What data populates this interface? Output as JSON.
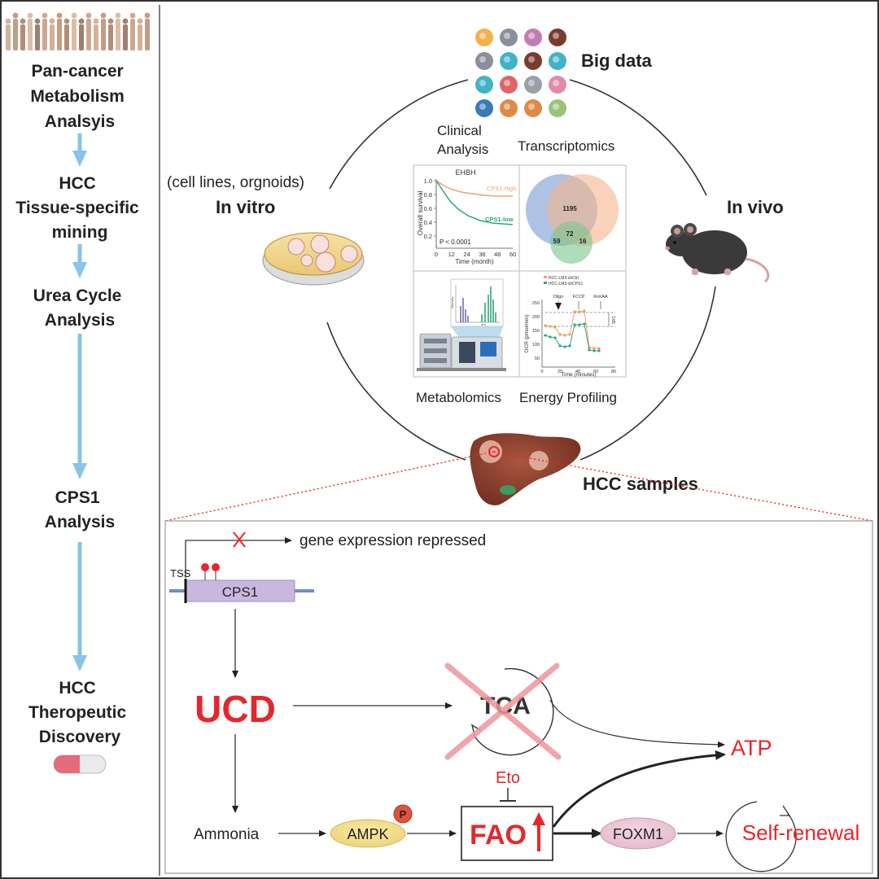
{
  "sidebar": {
    "steps": [
      {
        "lines": [
          "Pan-cancer",
          "Metabolism",
          "Analsyis"
        ]
      },
      {
        "lines": [
          "HCC",
          "Tissue-specific",
          "mining"
        ]
      },
      {
        "lines": [
          "Urea Cycle",
          "Analysis"
        ]
      },
      {
        "lines": [
          "CPS1",
          "Analysis"
        ]
      },
      {
        "lines": [
          "HCC",
          "Theropeutic",
          "Discovery"
        ]
      }
    ]
  },
  "cycle": {
    "big_data": "Big data",
    "in_vitro_sub": "(cell lines, orgnoids)",
    "in_vitro": "In vitro",
    "in_vivo": "In vivo",
    "hcc_samples": "HCC samples",
    "clinical_line1": "Clinical",
    "clinical_line2": "Analysis",
    "transcriptomics": "Transcriptomics",
    "metabolomics": "Metabolomics",
    "energy_profiling": "Energy Profiling"
  },
  "survival_panel": {
    "title": "EHBH",
    "ylabel": "Overall survival",
    "xlabel": "Time (month)",
    "yticks": [
      "1.0",
      "0.8",
      "0.6",
      "0.4",
      "0.2"
    ],
    "xticks": [
      "0",
      "12",
      "24",
      "36",
      "48",
      "60"
    ],
    "high_label": "CPS1-high",
    "low_label": "CPS1-low",
    "pvalue": "P < 0.0001",
    "colors": {
      "high": "#f0a070",
      "low": "#2aa87a"
    }
  },
  "venn_panel": {
    "values": [
      "1195",
      "72",
      "59",
      "16"
    ],
    "colors": [
      "#6a8fd0",
      "#f5b48a",
      "#7cc48a"
    ]
  },
  "metabolomics_panel": {
    "ylabel": "Intensity",
    "xlabel": "m/z"
  },
  "ocr_panel": {
    "legend1": "HCC-LM3-shCtrl",
    "legend2": "HCC-LM3-shCPS1",
    "markers": [
      "Oligo",
      "FCCP",
      "Rot/AA"
    ],
    "ylabel": "OCR (pmol/min)",
    "xlabel": "Time (minutes)",
    "yticks": [
      "250",
      "200",
      "150",
      "100",
      "50"
    ],
    "xticks": [
      "0",
      "20",
      "40",
      "60",
      "80"
    ],
    "src_label": "SRC"
  },
  "mechanism": {
    "gene_expression": "gene expression repressed",
    "tss": "TSS",
    "cps1": "CPS1",
    "ucd": "UCD",
    "tca": "TCA",
    "atp": "ATP",
    "eto": "Eto",
    "ammonia": "Ammonia",
    "ampk": "AMPK",
    "p": "P",
    "fao": "FAO",
    "foxm1": "FOXM1",
    "self_renewal": "Self-renewal",
    "accent": "#e8262a",
    "arrow_blue": "#86c5e8"
  }
}
